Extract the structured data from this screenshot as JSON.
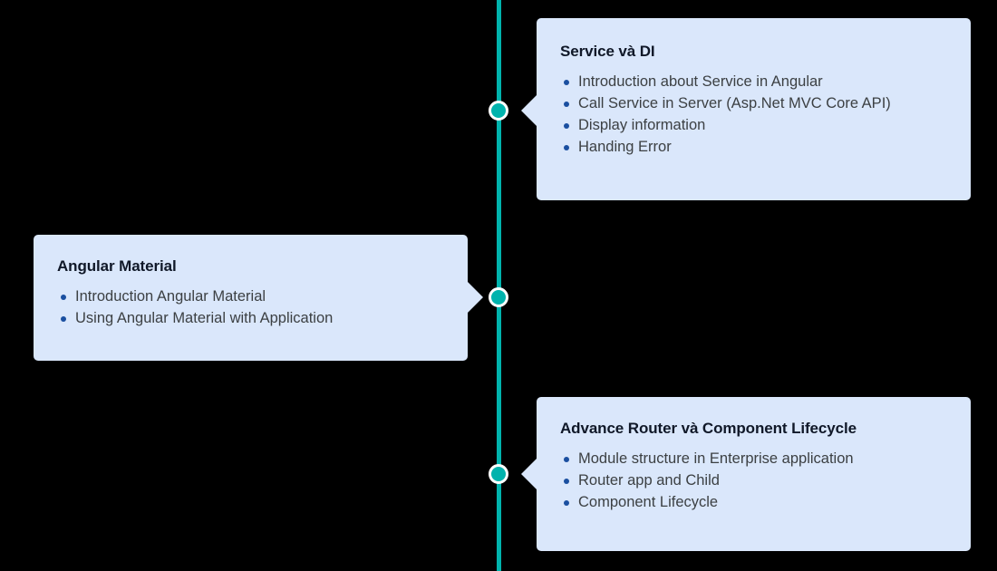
{
  "theme": {
    "background": "#000000",
    "timeline_color": "#00b3ad",
    "card_background": "#dae7fb",
    "node_ring_color": "#ffffff",
    "title_color": "#101828",
    "body_text_color": "#3c4043",
    "bullet_color": "#1a4fa0"
  },
  "timeline": {
    "orientation": "vertical",
    "nodes": [
      {
        "id": "node-1",
        "label": "Service và DI"
      },
      {
        "id": "node-2",
        "label": "Angular Material"
      },
      {
        "id": "node-3",
        "label": "Advance Router và Component Lifecycle"
      }
    ]
  },
  "cards": [
    {
      "id": "service-di",
      "side": "right",
      "title": "Service và DI",
      "items": [
        "Introduction about Service in Angular",
        "Call Service in Server (Asp.Net MVC Core API)",
        "Display information",
        "Handing Error"
      ]
    },
    {
      "id": "angular-material",
      "side": "left",
      "title": "Angular Material",
      "items": [
        "Introduction Angular Material",
        "Using Angular Material with Application"
      ]
    },
    {
      "id": "advance-router",
      "side": "right",
      "title": "Advance Router và Component Lifecycle",
      "items": [
        "Module structure in Enterprise application",
        "Router app and Child",
        "Component Lifecycle"
      ]
    }
  ]
}
